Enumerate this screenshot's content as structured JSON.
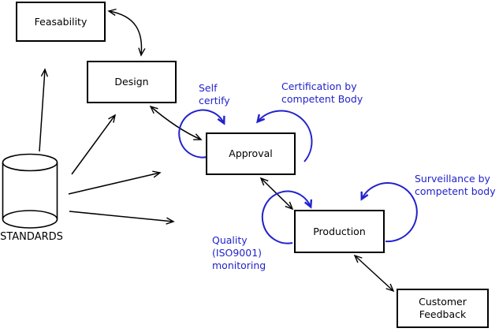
{
  "diagram": {
    "colors": {
      "annotation": "#2222cc",
      "line": "#000000",
      "background": "#ffffff"
    },
    "nodes": [
      {
        "name": "feasability",
        "lines": [
          "Feasability"
        ]
      },
      {
        "name": "design",
        "lines": [
          "Design"
        ]
      },
      {
        "name": "approval",
        "lines": [
          "Approval"
        ]
      },
      {
        "name": "production",
        "lines": [
          "Production"
        ]
      },
      {
        "name": "customer-feedback",
        "lines": [
          "Customer",
          "Feedback"
        ]
      }
    ],
    "datastore": {
      "label": "STANDARDS"
    },
    "annotations": [
      {
        "name": "self-certify",
        "lines": [
          "Self",
          "certify"
        ]
      },
      {
        "name": "certification",
        "lines": [
          "Certification by",
          "competent Body"
        ]
      },
      {
        "name": "surveillance",
        "lines": [
          "Surveillance by",
          "competent body"
        ]
      },
      {
        "name": "quality-monitoring",
        "lines": [
          "Quality",
          "(ISO9001)",
          "monitoring"
        ]
      }
    ]
  }
}
